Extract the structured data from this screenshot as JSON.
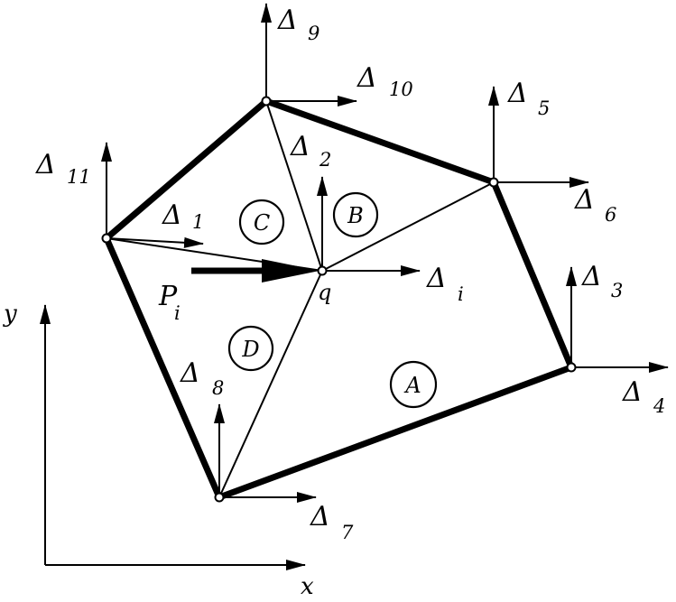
{
  "diagram": {
    "delta_symbol": "Δ",
    "displacements": {
      "d1": "1",
      "d2": "2",
      "d3": "3",
      "d4": "4",
      "d5": "5",
      "d6": "6",
      "d7": "7",
      "d8": "8",
      "d9": "9",
      "d10": "10",
      "d11": "11",
      "di": "i"
    },
    "regions": {
      "a": "A",
      "b": "B",
      "c": "C",
      "d": "D"
    },
    "load": {
      "symbol": "P",
      "subscript": "i"
    },
    "node_label": "q",
    "axes": {
      "x": "x",
      "y": "y"
    }
  }
}
